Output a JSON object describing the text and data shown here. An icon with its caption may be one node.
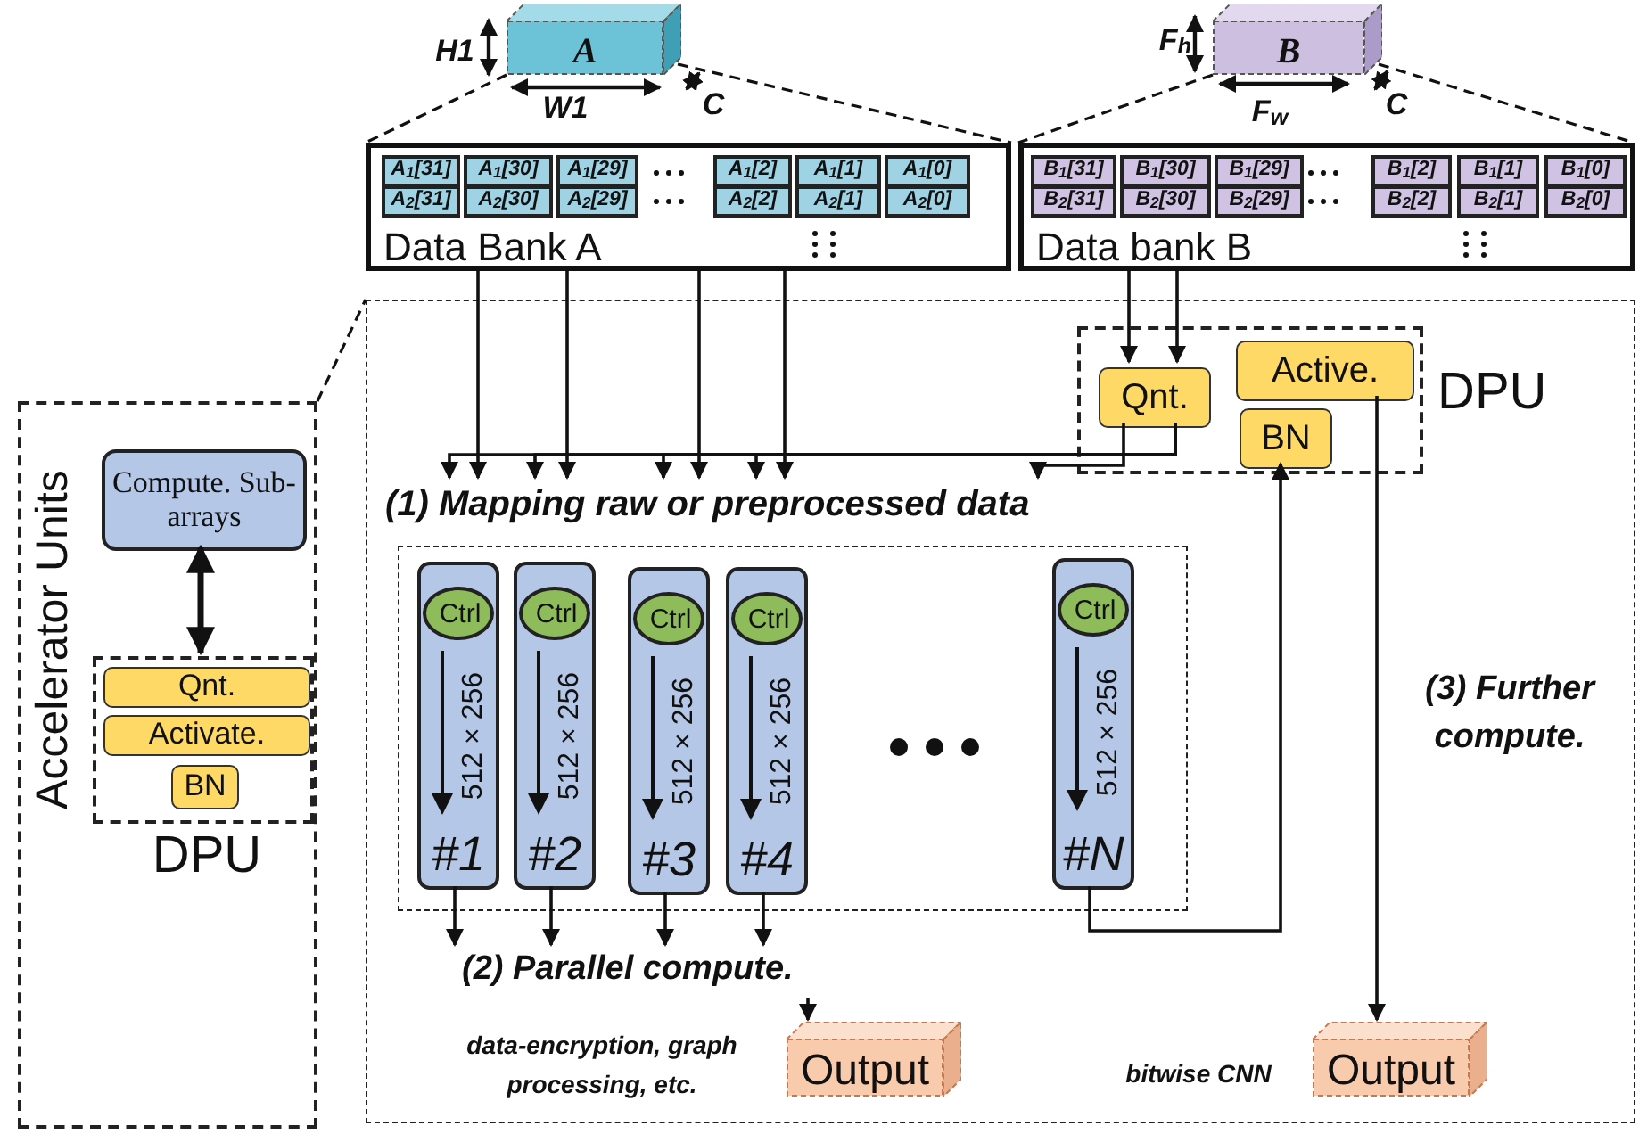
{
  "diagram": {
    "nodes": [
      {
        "text": [
          "A"
        ]
      },
      {
        "text": [
          "B"
        ]
      },
      {
        "text": [
          "Data Bank A"
        ]
      },
      {
        "text": [
          "Data bank B"
        ]
      },
      {
        "text": [
          "Accelerator Units"
        ]
      },
      {
        "text": [
          "Compute. Sub-arrays"
        ],
        "in": 4
      },
      {
        "text": [
          "DPU"
        ],
        "in": 4
      },
      {
        "text": [
          "Qnt."
        ],
        "in": 6
      },
      {
        "text": [
          "Activate."
        ],
        "in": 6
      },
      {
        "text": [
          "BN"
        ],
        "in": 6
      },
      {
        "text": [],
        "shape": "box"
      },
      {
        "text": [
          "DPU"
        ],
        "in": 10
      },
      {
        "text": [
          "Qnt."
        ],
        "in": 11
      },
      {
        "text": [
          "Active."
        ],
        "in": 11
      },
      {
        "text": [
          "BN"
        ],
        "in": 11
      },
      {
        "text": [
          "(1) Mapping raw or preprocessed data"
        ],
        "in": 10
      },
      {
        "text": [],
        "shape": "box",
        "in": 10
      },
      {
        "text": [
          "512 × 256",
          "#1"
        ],
        "in": 16
      },
      {
        "text": [
          "Ctrl"
        ],
        "in": 17
      },
      {
        "text": [
          "512 × 256",
          "#2"
        ],
        "in": 16
      },
      {
        "text": [
          "Ctrl"
        ],
        "in": 19
      },
      {
        "text": [
          "512 × 256",
          "#3"
        ],
        "in": 16
      },
      {
        "text": [
          "Ctrl"
        ],
        "in": 21
      },
      {
        "text": [
          "512 × 256",
          "#4"
        ],
        "in": 16
      },
      {
        "text": [
          "Ctrl"
        ],
        "in": 23
      },
      {
        "text": [
          "512 × 256",
          "#N"
        ],
        "in": 16
      },
      {
        "text": [
          "Ctrl"
        ],
        "in": 25
      },
      {
        "text": [
          "(2) Parallel compute."
        ],
        "in": 10
      },
      {
        "text": [
          "(3) Further compute."
        ],
        "in": 10
      },
      {
        "text": [
          "Output"
        ],
        "in": 10,
        "beside": [
          "data-encryption, graph processing, etc."
        ]
      },
      {
        "text": [
          "Output"
        ],
        "in": 10,
        "beside": [
          "bitwise CNN"
        ]
      }
    ],
    "edges": [
      {
        "from": 0,
        "to": 2,
        "arrow": "none",
        "style": "dashed"
      },
      {
        "from": 0,
        "to": 2,
        "arrow": "none",
        "style": "dashed"
      },
      {
        "from": 1,
        "to": 3,
        "arrow": "none",
        "style": "dashed"
      },
      {
        "from": 1,
        "to": 3,
        "arrow": "none",
        "style": "dashed"
      },
      {
        "from": 4,
        "to": 10,
        "arrow": "none",
        "style": "dashed"
      },
      {
        "from": 5,
        "to": 6,
        "arrow": "both",
        "style": "thick"
      },
      {
        "from": 2,
        "to": 15,
        "arrow": "to"
      },
      {
        "from": 2,
        "to": 15,
        "arrow": "to"
      },
      {
        "from": 2,
        "to": 15,
        "arrow": "to"
      },
      {
        "from": 2,
        "to": 15,
        "arrow": "to"
      },
      {
        "from": 12,
        "to": 15,
        "arrow": "to"
      },
      {
        "from": 12,
        "to": 15,
        "arrow": "to"
      },
      {
        "from": 12,
        "to": 15,
        "arrow": "to"
      },
      {
        "from": 12,
        "to": 15,
        "arrow": "to"
      },
      {
        "from": 12,
        "to": 15,
        "arrow": "to"
      },
      {
        "from": 3,
        "to": 12,
        "arrow": "to"
      },
      {
        "from": 3,
        "to": 12,
        "arrow": "to"
      },
      {
        "from": 17,
        "to": 27,
        "arrow": "to"
      },
      {
        "from": 19,
        "to": 27,
        "arrow": "to"
      },
      {
        "from": 21,
        "to": 27,
        "arrow": "to"
      },
      {
        "from": 23,
        "to": 27,
        "arrow": "to"
      },
      {
        "from": 25,
        "to": 14,
        "arrow": "to"
      },
      {
        "from": 27,
        "to": 29,
        "arrow": "to"
      },
      {
        "from": 13,
        "to": 30,
        "arrow": "to"
      }
    ],
    "labels": [
      "H1",
      "W1",
      "C",
      "F$_{h}$",
      "F$_{w}$",
      "C",
      "A$_{1}$[31]",
      "A$_{1}$[30]",
      "A$_{1}$[29]",
      "A$_{1}$[2]",
      "A$_{1}$[1]",
      "A$_{1}$[0]",
      "A$_{2}$[31]",
      "A$_{2}$[30]",
      "A$_{2}$[29]",
      "A$_{2}$[2]",
      "A$_{2}$[1]",
      "A$_{2}$[0]",
      "B$_{1}$[31]",
      "B$_{1}$[30]",
      "B$_{1}$[29]",
      "B$_{1}$[2]",
      "B$_{1}$[1]",
      "B$_{1}$[0]",
      "B$_{2}$[31]",
      "B$_{2}$[30]",
      "B$_{2}$[29]",
      "B$_{2}$[2]",
      "B$_{2}$[1]",
      "B$_{2}$[0]"
    ]
  }
}
